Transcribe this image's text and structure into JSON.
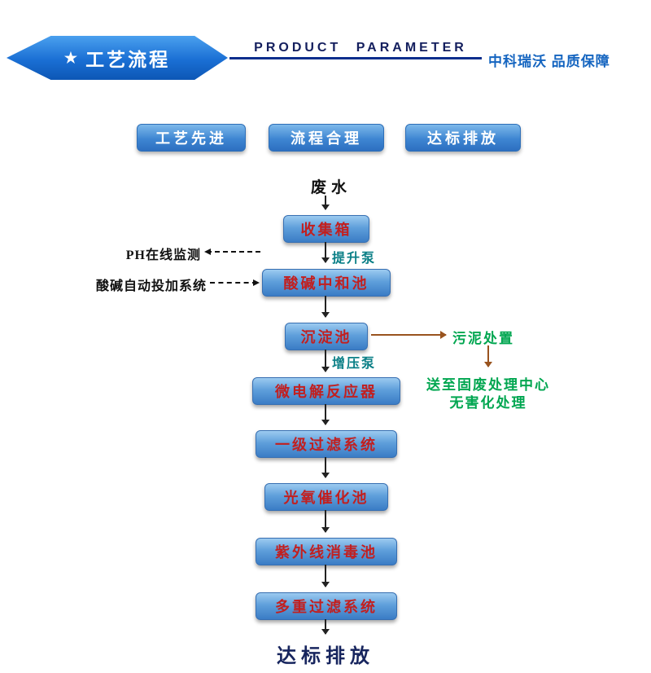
{
  "header": {
    "banner": {
      "star": "★",
      "title": "工艺流程"
    },
    "subtitle": "PRODUCT PARAMETER",
    "brand": "中科瑞沃  品质保障"
  },
  "badges": [
    {
      "label": "工艺先进"
    },
    {
      "label": "流程合理"
    },
    {
      "label": "达标排放"
    }
  ],
  "flow": {
    "source": "废水",
    "steps": [
      {
        "label": "收集箱"
      },
      {
        "label": "酸碱中和池"
      },
      {
        "label": "沉淀池"
      },
      {
        "label": "微电解反应器"
      },
      {
        "label": "一级过滤系统"
      },
      {
        "label": "光氧催化池"
      },
      {
        "label": "紫外线消毒池"
      },
      {
        "label": "多重过滤系统"
      }
    ],
    "pumps": {
      "lift": "提升泵",
      "boost": "增压泵"
    },
    "annotations": {
      "ph_monitoring": "PH在线监测",
      "dosing_system": "酸碱自动投加系统",
      "sludge_disposal": "污泥处置",
      "solid_waste_line1": "送至固废处理中心",
      "solid_waste_line2": "无害化处理"
    },
    "outcome": "达标排放"
  },
  "colors": {
    "accent_blue": "#1a6fd4",
    "box_text_red": "#c21f1f",
    "pump_teal": "#0a7f86",
    "green": "#00a650",
    "brown": "#99531e",
    "navy": "#141f5e"
  }
}
